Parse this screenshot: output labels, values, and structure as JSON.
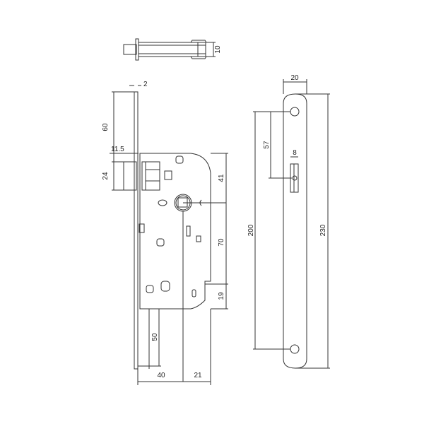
{
  "drawing": {
    "type": "mortise lock technical drawing",
    "stroke_color": "#333333",
    "background": "#ffffff"
  },
  "dimensions": {
    "top_view_height": "10",
    "faceplate_thickness": "2",
    "backset_top": "60",
    "latch_projection": "11.5",
    "latch_height": "24",
    "handle_to_top": "41",
    "handle_to_key": "70",
    "key_to_bottom": "19",
    "bottom_offset": "50",
    "backset": "40",
    "case_depth": "21",
    "strike_width": "20",
    "strike_hole_to_slot": "57",
    "strike_slot_width": "8",
    "strike_hole_spacing": "200",
    "strike_length": "230"
  }
}
